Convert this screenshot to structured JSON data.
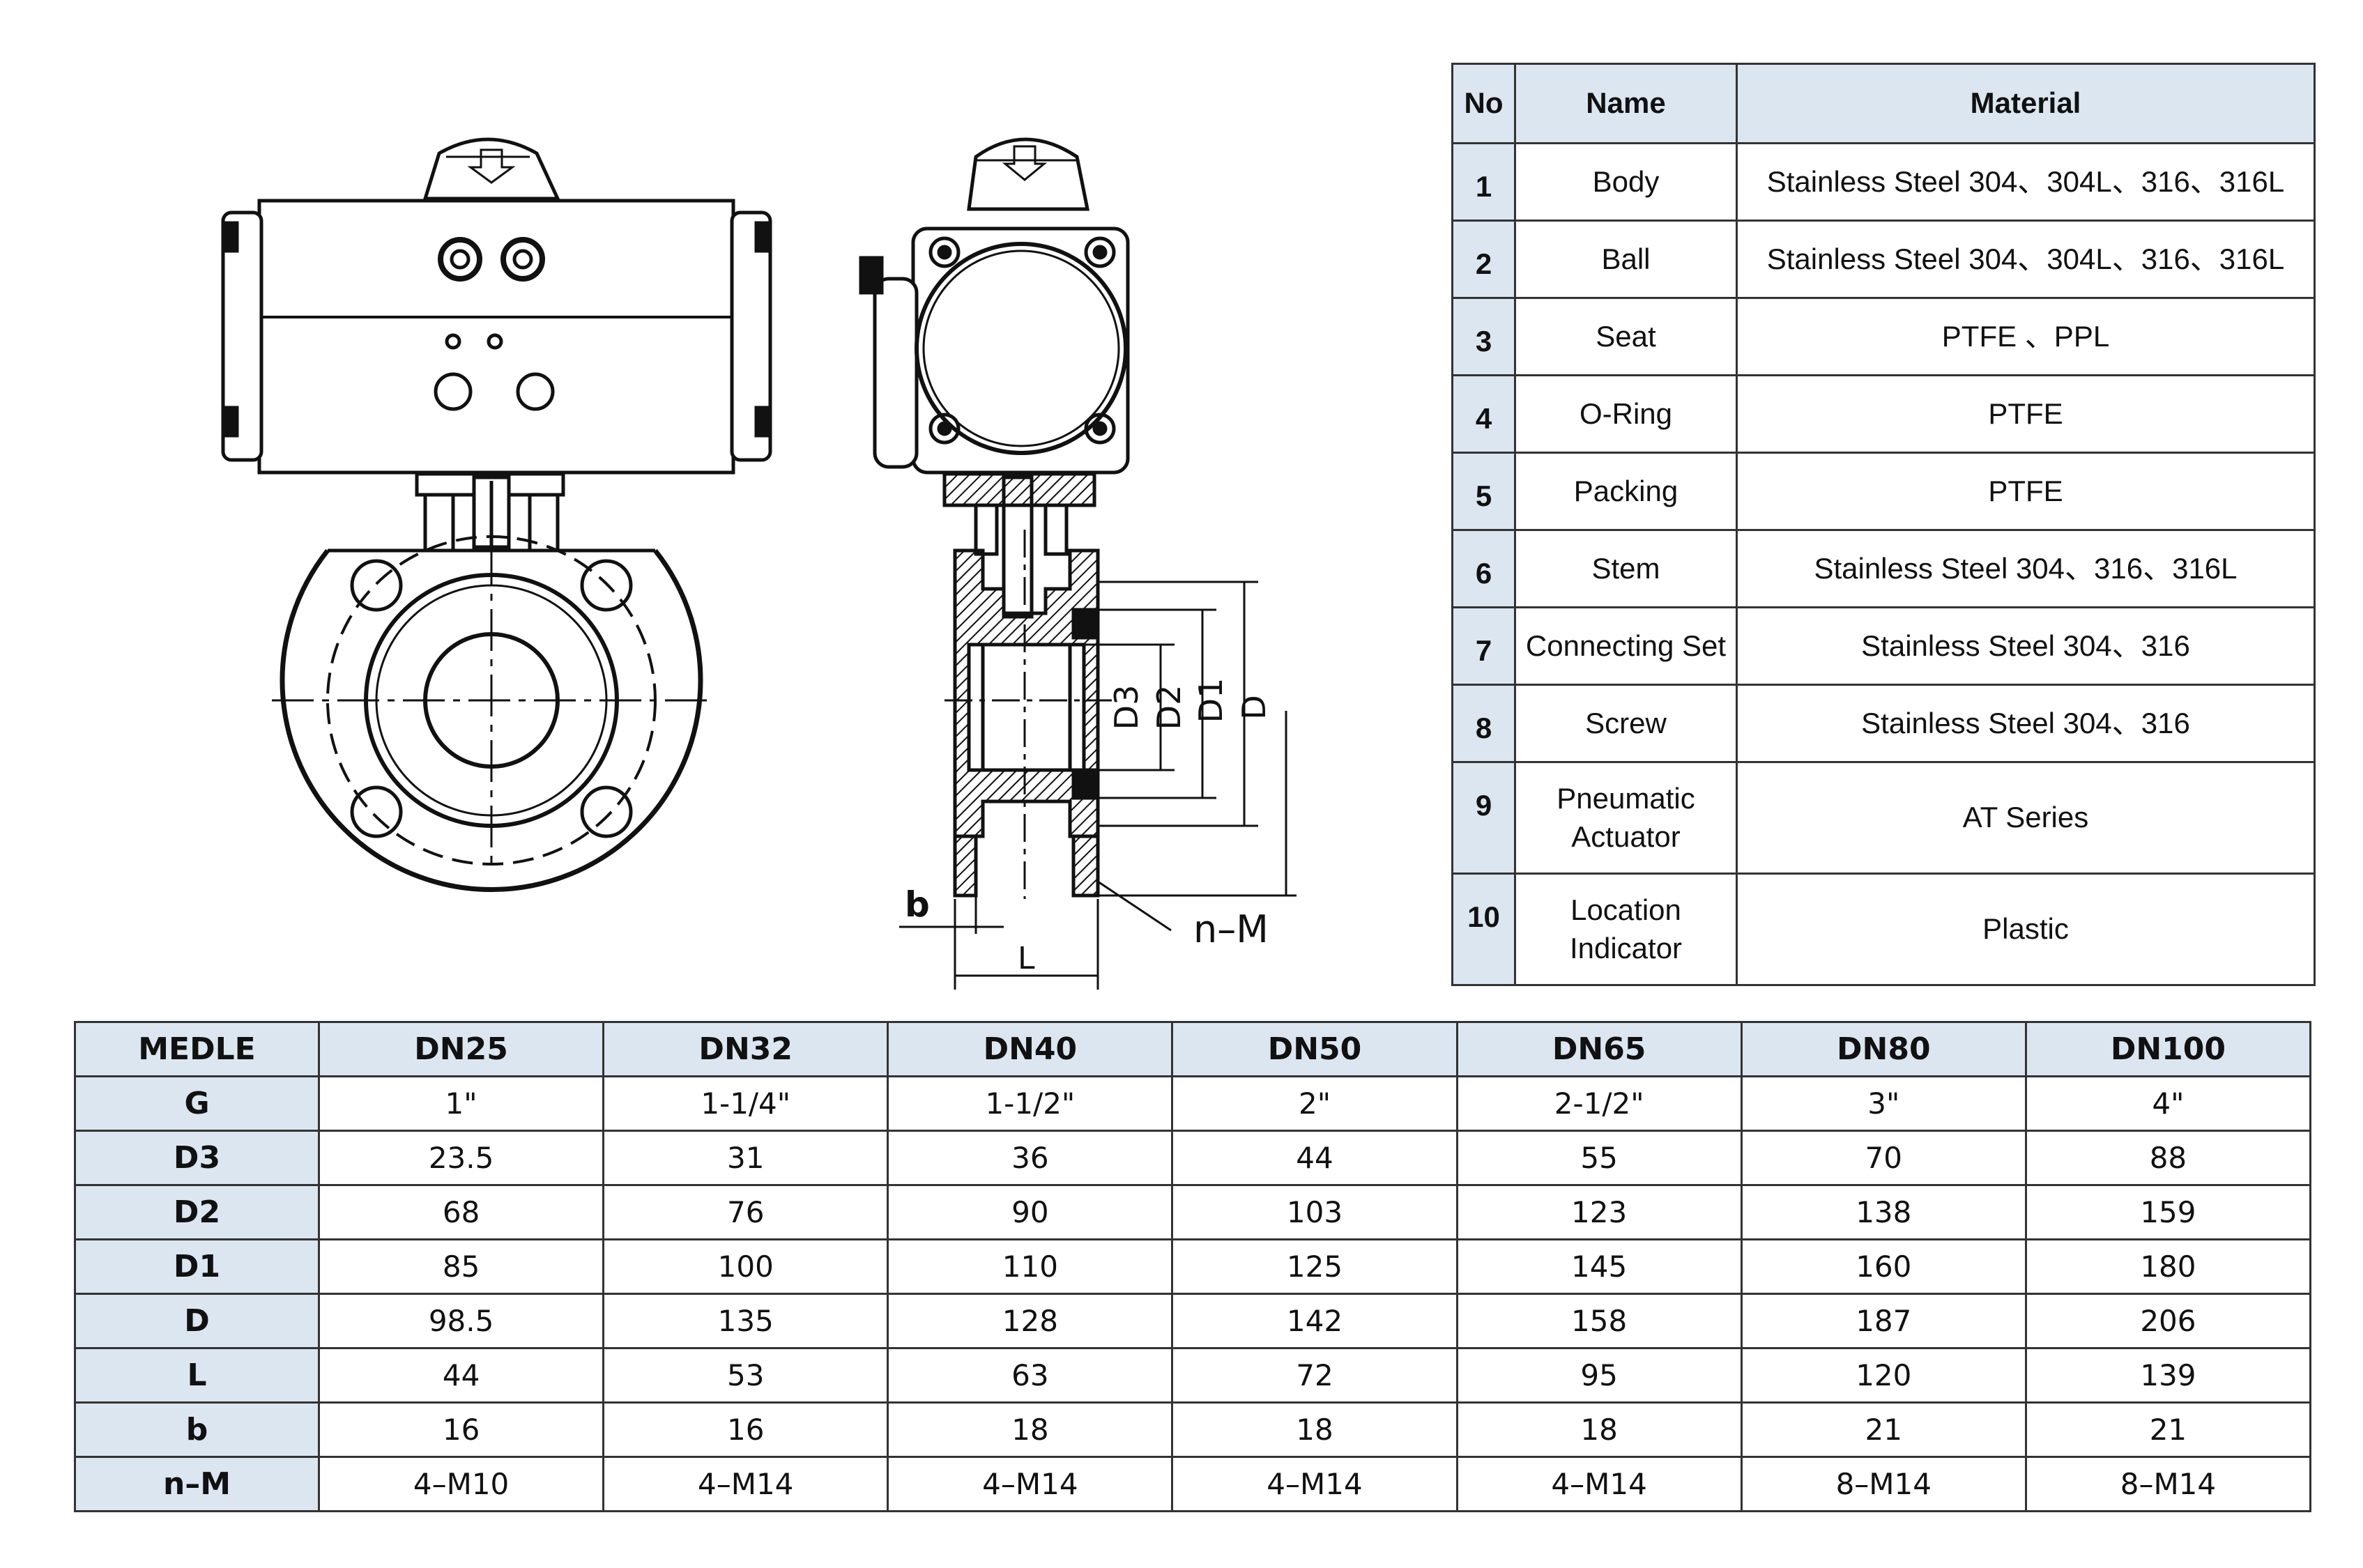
{
  "drawing_labels": {
    "d3": "D3",
    "d2": "D2",
    "d1": "D1",
    "d": "D",
    "b": "b",
    "l": "L",
    "nm": "n–M"
  },
  "parts_table": {
    "headers": {
      "no": "No",
      "name": "Name",
      "material": "Material"
    },
    "rows": [
      {
        "no": "1",
        "name": "Body",
        "material": "Stainless Steel 304、304L、316、316L"
      },
      {
        "no": "2",
        "name": "Ball",
        "material": "Stainless Steel 304、304L、316、316L"
      },
      {
        "no": "3",
        "name": "Seat",
        "material": "PTFE 、PPL"
      },
      {
        "no": "4",
        "name": "O-Ring",
        "material": "PTFE"
      },
      {
        "no": "5",
        "name": "Packing",
        "material": "PTFE"
      },
      {
        "no": "6",
        "name": "Stem",
        "material": "Stainless Steel 304、316、316L"
      },
      {
        "no": "7",
        "name": "Connecting Set",
        "material": "Stainless Steel 304、316"
      },
      {
        "no": "8",
        "name": "Screw",
        "material": "Stainless Steel 304、316"
      },
      {
        "no": "9",
        "name": "Pneumatic Actuator",
        "material": "AT Series"
      },
      {
        "no": "10",
        "name": "Location Indicator",
        "material": "Plastic"
      }
    ]
  },
  "dimension_table": {
    "corner": "MEDLE",
    "columns": [
      "DN25",
      "DN32",
      "DN40",
      "DN50",
      "DN65",
      "DN80",
      "DN100"
    ],
    "rows": [
      {
        "label": "G",
        "values": [
          "1\"",
          "1-1/4\"",
          "1-1/2\"",
          "2\"",
          "2-1/2\"",
          "3\"",
          "4\""
        ]
      },
      {
        "label": "D3",
        "values": [
          "23.5",
          "31",
          "36",
          "44",
          "55",
          "70",
          "88"
        ]
      },
      {
        "label": "D2",
        "values": [
          "68",
          "76",
          "90",
          "103",
          "123",
          "138",
          "159"
        ]
      },
      {
        "label": "D1",
        "values": [
          "85",
          "100",
          "110",
          "125",
          "145",
          "160",
          "180"
        ]
      },
      {
        "label": "D",
        "values": [
          "98.5",
          "135",
          "128",
          "142",
          "158",
          "187",
          "206"
        ]
      },
      {
        "label": "L",
        "values": [
          "44",
          "53",
          "63",
          "72",
          "95",
          "120",
          "139"
        ]
      },
      {
        "label": "b",
        "values": [
          "16",
          "16",
          "18",
          "18",
          "18",
          "21",
          "21"
        ]
      },
      {
        "label": "n–M",
        "values": [
          "4–M10",
          "4–M14",
          "4–M14",
          "4–M14",
          "4–M14",
          "8–M14",
          "8–M14"
        ]
      }
    ]
  }
}
